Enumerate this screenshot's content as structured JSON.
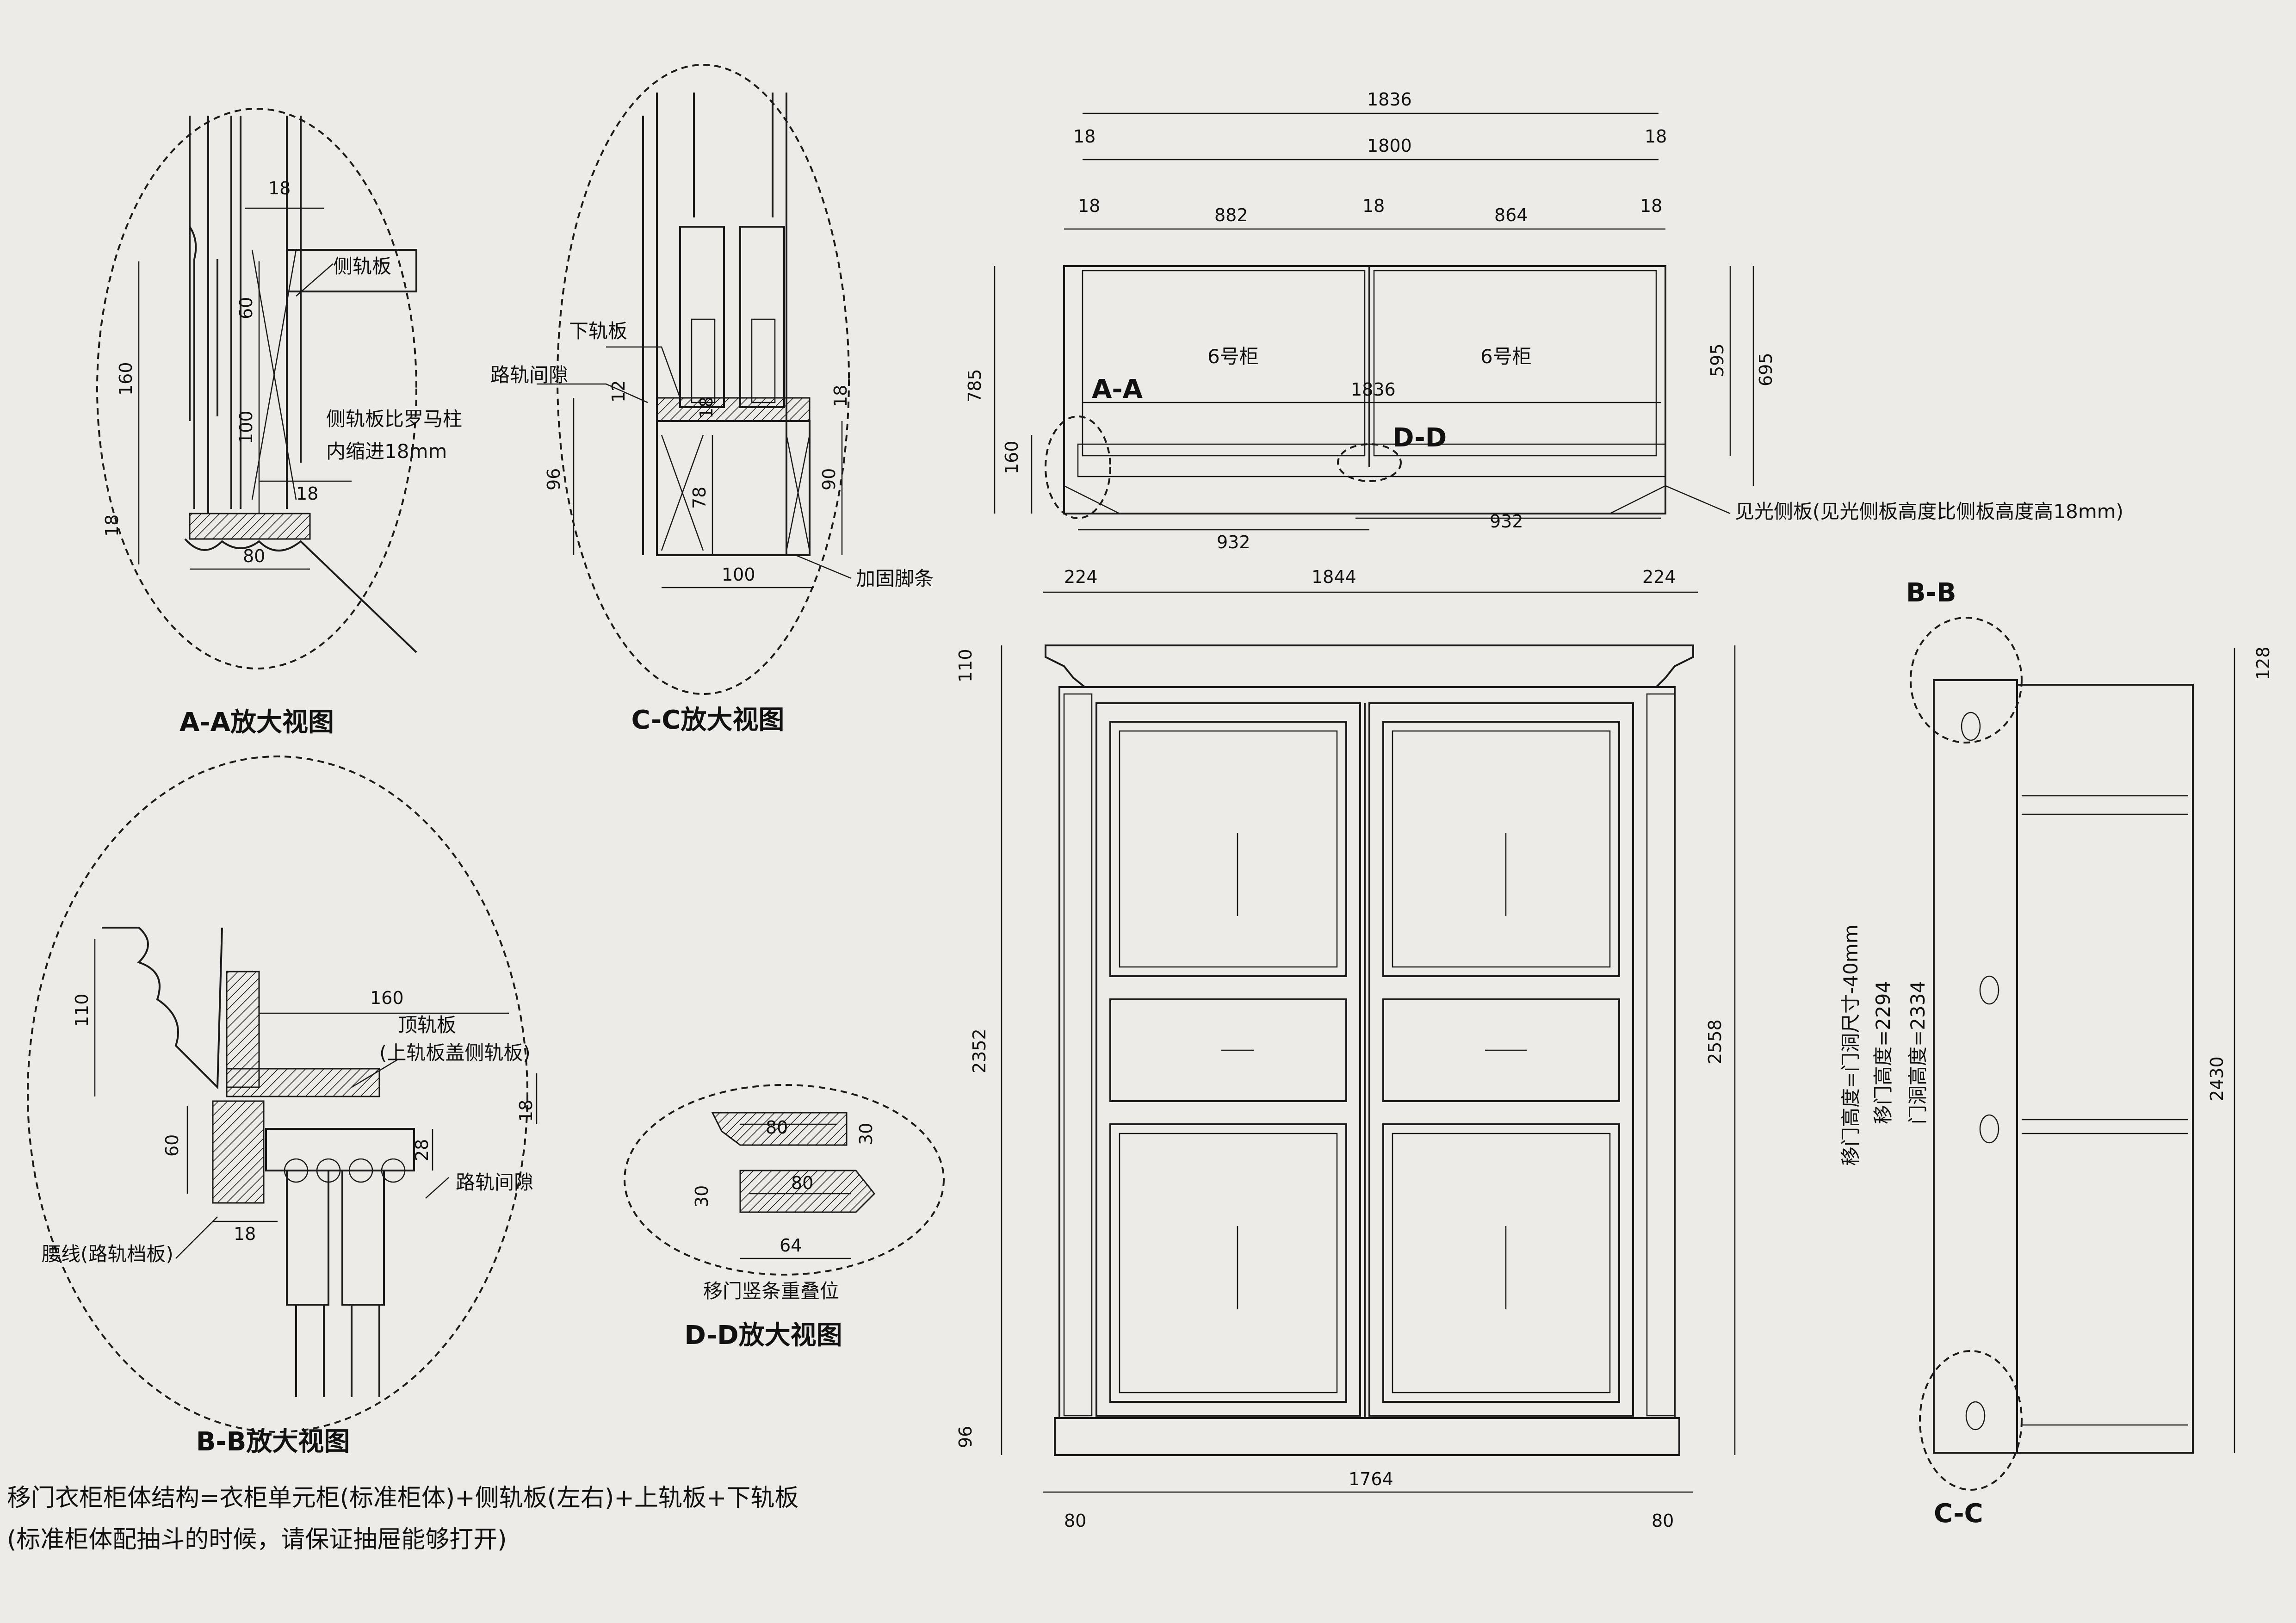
{
  "views": {
    "aa": {
      "title": "A-A放大视图",
      "side_rail": "侧轨板",
      "note_line1": "侧轨板比罗马柱",
      "note_line2": "内缩进18mm",
      "d18_top": "18",
      "d60": "60",
      "d160": "160",
      "d100": "100",
      "d18_mid": "18",
      "d18_left": "18",
      "d80": "80"
    },
    "cc": {
      "title": "C-C放大视图",
      "bottom_rail": "下轨板",
      "gap": "路轨间隙",
      "foot": "加固脚条",
      "d12": "12",
      "d18a": "18",
      "d18b": "18",
      "d96": "96",
      "d78": "78",
      "d90": "90",
      "d100": "100"
    },
    "bb": {
      "title": "B-B放大视图",
      "top_rail": "顶轨板",
      "top_rail_note": "(上轨板盖侧轨板)",
      "gap": "路轨间隙",
      "waist": "腰线(路轨档板)",
      "d160": "160",
      "d110": "110",
      "d60": "60",
      "d18a": "18",
      "d18b": "18",
      "d28": "28"
    },
    "dd": {
      "title": "D-D放大视图",
      "overlap": "移门竖条重叠位",
      "d80a": "80",
      "d30a": "30",
      "d30b": "30",
      "d80b": "80",
      "d64": "64"
    }
  },
  "plan": {
    "overall": "1836",
    "inner": "1800",
    "side_left": "18",
    "side_right": "18",
    "c18a": "18",
    "c882": "882",
    "c18b": "18",
    "c864": "864",
    "c18c": "18",
    "cab_left": "6号柜",
    "cab_right": "6号柜",
    "mid_1836": "1836",
    "d785": "785",
    "d160": "160",
    "d595": "595",
    "d695": "695",
    "d932a": "932",
    "d932b": "932",
    "d224a": "224",
    "d1844": "1844",
    "d224b": "224",
    "label_aa": "A-A",
    "label_dd": "D-D",
    "side_note": "见光侧板(见光侧板高度比侧板高度高18mm)"
  },
  "front": {
    "d110": "110",
    "d2352": "2352",
    "d96": "96",
    "d2558": "2558",
    "d1764": "1764",
    "d80a": "80",
    "d80b": "80"
  },
  "side": {
    "label_bb": "B-B",
    "label_cc": "C-C",
    "d128": "128",
    "d2430": "2430",
    "v1": "移门高度=门洞尺寸-40mm",
    "v2": "移门高度=2294",
    "v3": "门洞高度=2334"
  },
  "notes": {
    "line1": "移门衣柜柜体结构=衣柜单元柜(标准柜体)+侧轨板(左右)+上轨板+下轨板",
    "line2": "(标准柜体配抽斗的时候，请保证抽屉能够打开)"
  }
}
